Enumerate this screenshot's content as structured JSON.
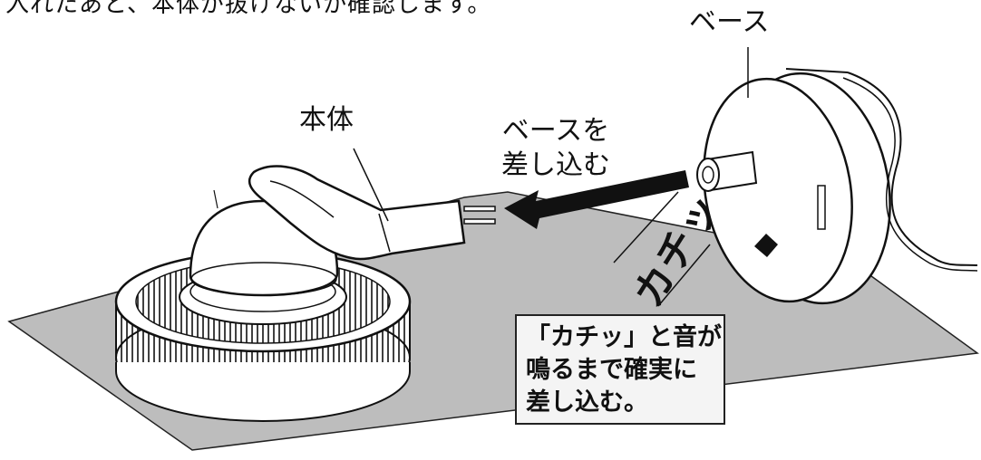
{
  "top_caption": "入れたあと、本体が抜けないか確認します。",
  "labels": {
    "base": "ベース",
    "body": "本体",
    "insert_line1": "ベースを",
    "insert_line2": "差し込む",
    "click_sound": "カチッ"
  },
  "note": {
    "line1": "「カチッ」と音が",
    "line2": "鳴るまで確実に",
    "line3": "差し込む。"
  },
  "colors": {
    "mat": "#bdbdbd",
    "ink": "#111111",
    "note_bg": "#f4f4f4"
  }
}
